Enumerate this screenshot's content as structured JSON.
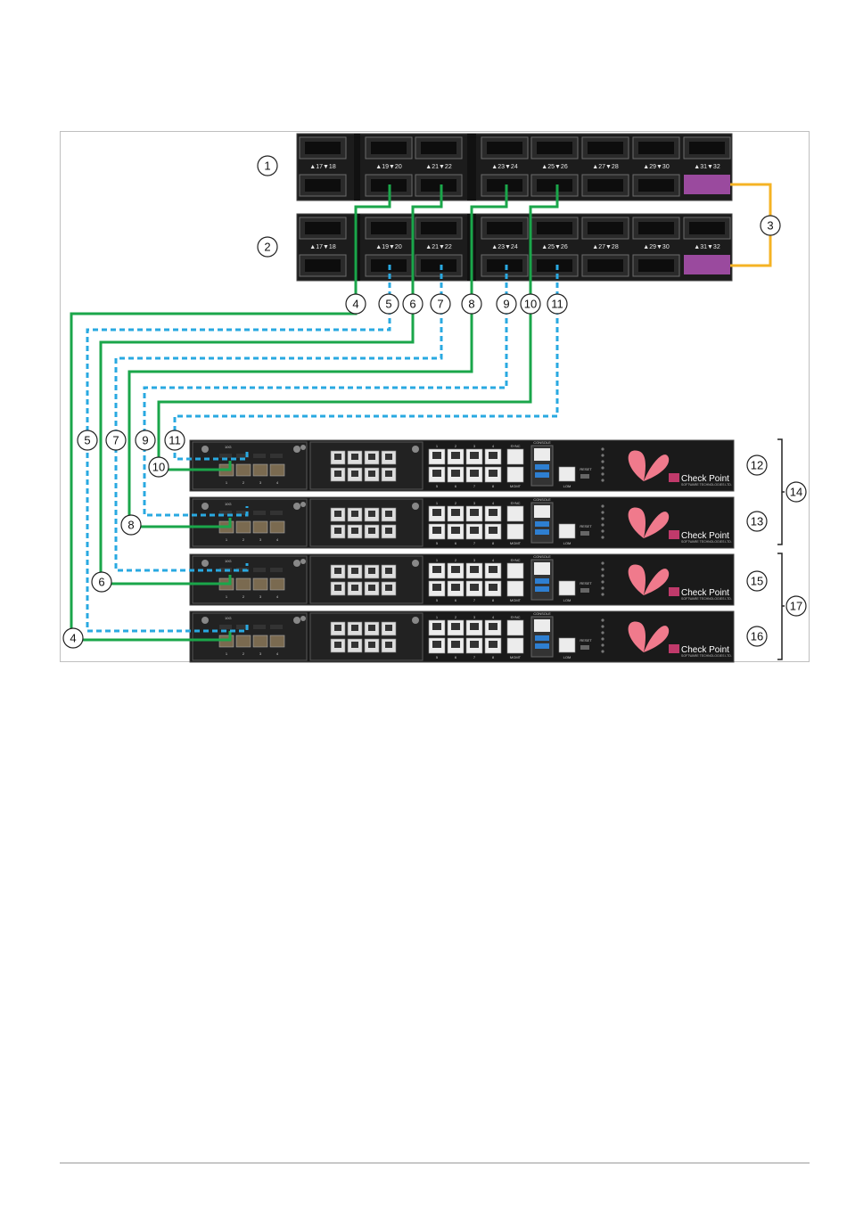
{
  "colors": {
    "green_cable": "#1aa64a",
    "blue_cable": "#29a9e1",
    "orange_cable": "#f5b324",
    "callout_bg": "#ffffff",
    "callout_border": "#222222",
    "chassis": "#1b1b1b",
    "purple_module": "#9a4a9e",
    "brand_logo": "#f07a8c"
  },
  "switch_port_labels": [
    "▲17▼18",
    "▲19▼20",
    "▲21▼22",
    "▲23▼24",
    "▲25▼26",
    "▲27▼28",
    "▲29▼30",
    "▲31▼32"
  ],
  "appliance": {
    "brand": "Check Point",
    "brand_sub": "SOFTWARE TECHNOLOGIES LTD.",
    "sfp_label": "10G",
    "sfp_ports": [
      "1",
      "2",
      "3",
      "4"
    ],
    "rj45_top": [
      "1",
      "2",
      "3",
      "4"
    ],
    "rj45_bottom": [
      "5",
      "6",
      "7",
      "8"
    ],
    "labels": {
      "sync": "SYNC",
      "mgmt": "MGMT",
      "console": "CONSOLE",
      "lom": "LOM",
      "reset": "RESET"
    }
  },
  "callouts": {
    "c1": "1",
    "c2": "2",
    "c3": "3",
    "c4": "4",
    "c5": "5",
    "c6": "6",
    "c7": "7",
    "c8": "8",
    "c9": "9",
    "c10": "10",
    "c11": "11",
    "c12": "12",
    "c13": "13",
    "c14": "14",
    "c15": "15",
    "c16": "16",
    "c17": "17"
  }
}
